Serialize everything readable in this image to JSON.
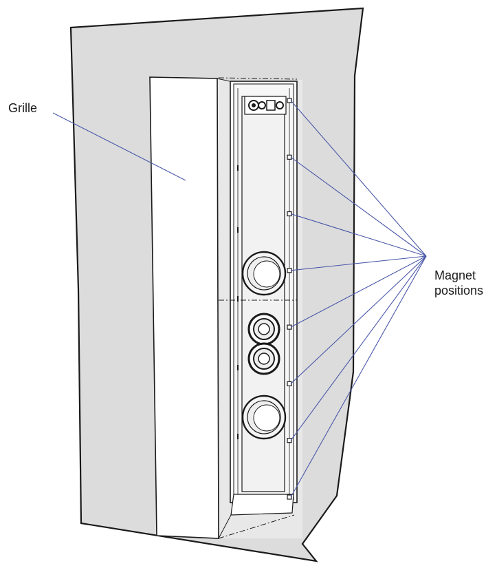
{
  "labels": {
    "grille": "Grille",
    "magnet_line1": "Magnet",
    "magnet_line2": "positions"
  },
  "colors": {
    "wall": "#dcdcdc",
    "outline": "#1a1a1a",
    "leader": "#4a58a8",
    "grille": "#ffffff",
    "panel": "#f2f2f2"
  },
  "magnet_count": 8
}
